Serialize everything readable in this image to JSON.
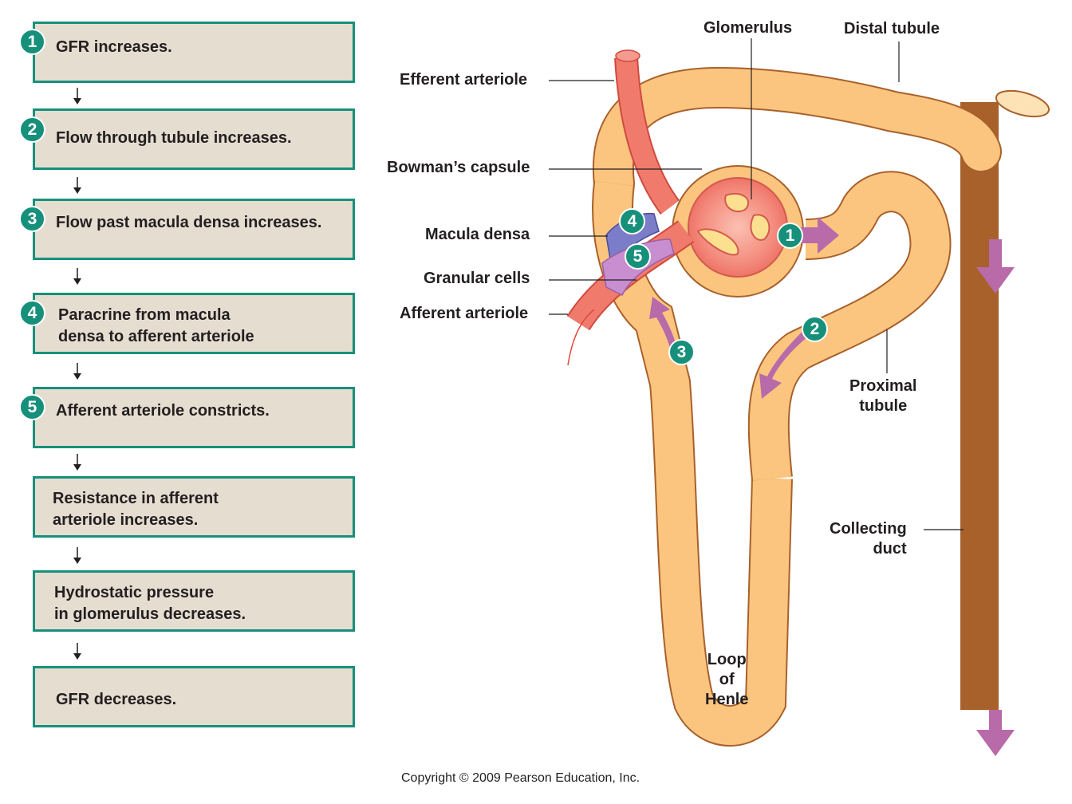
{
  "flowchart": {
    "steps": [
      {
        "number": "1",
        "text": "GFR increases."
      },
      {
        "number": "2",
        "text": "Flow through tubule increases."
      },
      {
        "number": "3",
        "text": "Flow past macula densa increases."
      },
      {
        "number": "4",
        "text": "Paracrine from macula\ndensa to afferent arteriole"
      },
      {
        "number": "5",
        "text": "Afferent arteriole constricts."
      },
      {
        "number": "",
        "text": "Resistance in afferent\narteriole increases."
      },
      {
        "number": "",
        "text": "Hydrostatic pressure\nin glomerulus decreases."
      },
      {
        "number": "",
        "text": "GFR decreases."
      }
    ]
  },
  "diagram": {
    "labels": {
      "glomerulus": "Glomerulus",
      "distal_tubule": "Distal tubule",
      "efferent_arteriole": "Efferent arteriole",
      "bowmans_capsule": "Bowman’s capsule",
      "macula_densa": "Macula densa",
      "granular_cells": "Granular cells",
      "afferent_arteriole": "Afferent arteriole",
      "proximal_tubule": "Proximal\ntubule",
      "collecting_duct": "Collecting\nduct",
      "loop_of_henle": "Loop\nof\nHenle"
    },
    "markers": [
      "1",
      "2",
      "3",
      "4",
      "5"
    ]
  },
  "footer": {
    "copyright": "Copyright © 2009 Pearson Education, Inc."
  },
  "colors": {
    "teal": "#17907b",
    "tubule": "#fbc57f",
    "arteriole": "#ef6c60",
    "arrow": "#b96aa9",
    "box": "#e6ddd1"
  }
}
